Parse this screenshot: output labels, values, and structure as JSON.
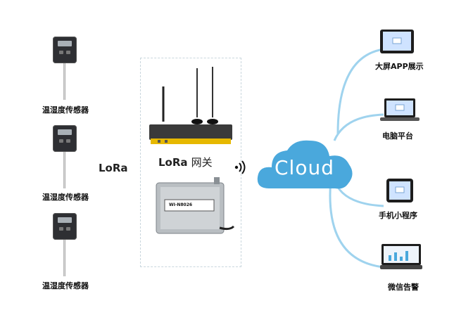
{
  "sensors": [
    {
      "label": "温湿度传感器"
    },
    {
      "label": "温湿度传感器"
    },
    {
      "label": "温湿度传感器"
    }
  ],
  "lora_left": {
    "text": "LoRa"
  },
  "gateway": {
    "lora_text": "LoRa",
    "suffix": "网关",
    "device_model": "WI-N8026"
  },
  "cloud": {
    "text": "Cloud"
  },
  "outputs": [
    {
      "label": "大屏APP展示",
      "icon": "tablet-icon"
    },
    {
      "label": "电脑平台",
      "icon": "laptop-icon"
    },
    {
      "label": "手机小程序",
      "icon": "phone-icon"
    },
    {
      "label": "微信告警",
      "icon": "monitor-icon"
    }
  ],
  "colors": {
    "cloud": "#4aa8dc",
    "connector": "#9fd3ee",
    "sensor": "#2e2f33",
    "router": "#e6b800"
  }
}
